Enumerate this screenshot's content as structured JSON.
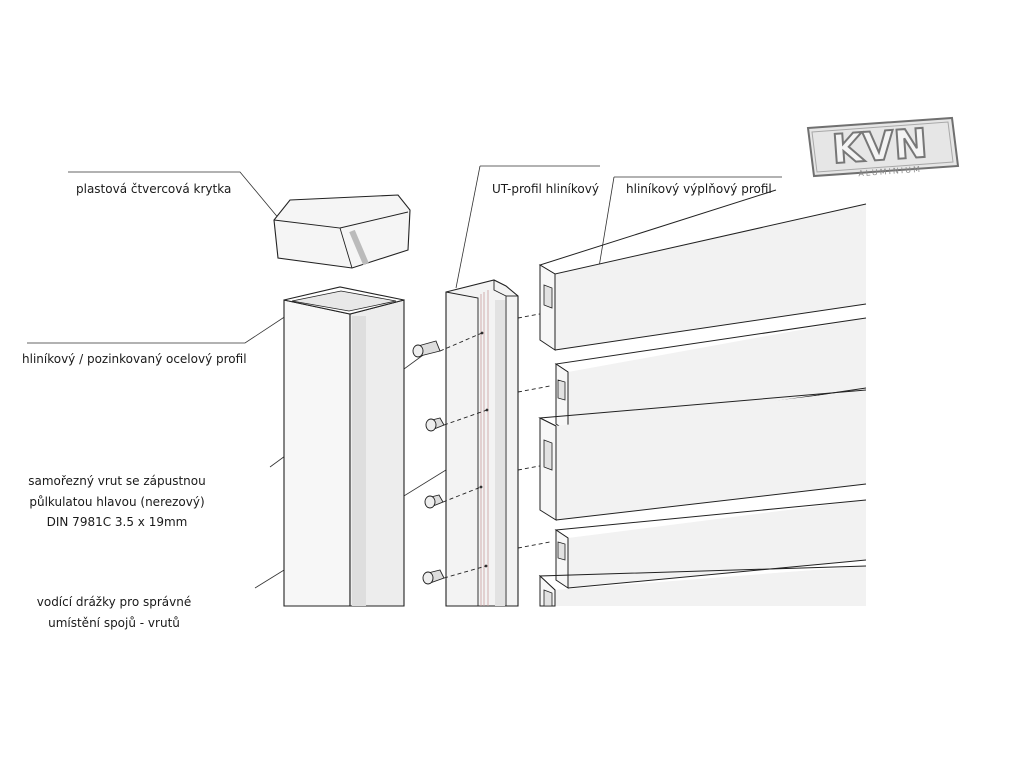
{
  "logo": {
    "text": "KVN",
    "subtext": "ALUMINIUM"
  },
  "labels": {
    "cap": "plastová čtvercová krytka",
    "post": "hliníkový / pozinkovaný ocelový profil",
    "screw_line1": "samořezný vrut se zápustnou",
    "screw_line2": "půlkulatou hlavou (nerezový)",
    "screw_line3": "DIN 7981C 3.5 x 19mm",
    "groove_line1": "vodící drážky pro správné",
    "groove_line2": "umístění spojů - vrutů",
    "ut_profile": "UT-profil hliníkový",
    "infill": "hliníkový výplňový profil"
  }
}
